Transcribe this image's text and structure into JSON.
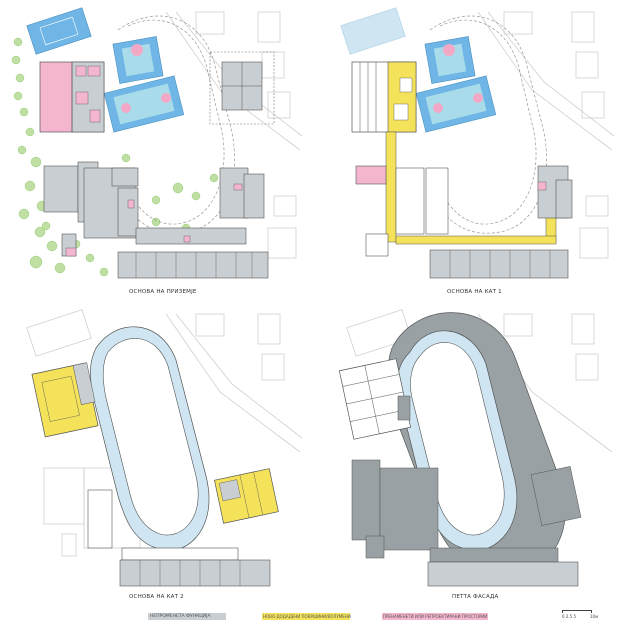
{
  "colors": {
    "existing": "#c9ced2",
    "new": "#f4e35a",
    "repurposed": "#f4b6cf",
    "court_blue": "#6fb6e6",
    "court_cyan": "#a9dcea",
    "court_pink": "#f3a9c6",
    "track": "#cfe6f2",
    "tree": "#bfe0a2",
    "roof": "#9aa1a4",
    "line": "#555555"
  },
  "plans": [
    {
      "title": "ОСНОВА НА ПРИЗЕМЈЕ"
    },
    {
      "title": "ОСНОВА НА КАТ 1"
    },
    {
      "title": "ОСНОВА НА КАТ 2"
    },
    {
      "title": "ПЕТТА ФАСАДА"
    }
  ],
  "legend": [
    {
      "label": "НЕПРОМЕНЕТА ФУНКЦИЈА",
      "color": "#c9ced2"
    },
    {
      "label": "НОВО-ДОДАДЕНИ ПОВРШИНИ/ВОЛУМЕНИ",
      "color": "#f4e35a"
    },
    {
      "label": "ПРЕНАМЕНЕТИ ИЛИ РЕПРОЕКТИРАНИ ПРОСТОРИИ",
      "color": "#f4b6cf"
    }
  ],
  "scale": {
    "ticks": "0 2.5 5",
    "unit": "10м"
  }
}
